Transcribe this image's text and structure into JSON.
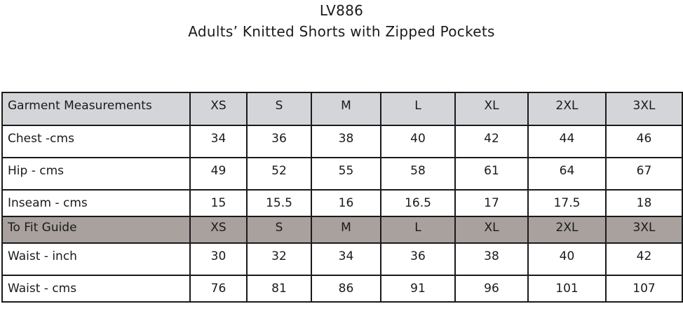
{
  "title": {
    "code": "LV886",
    "name": "Adults’ Knitted Shorts with Zipped Pockets"
  },
  "table": {
    "header": {
      "label": "Garment Measurements",
      "sizes": [
        "XS",
        "S",
        "M",
        "L",
        "XL",
        "2XL",
        "3XL"
      ]
    },
    "garment_rows": [
      {
        "label": "Chest -cms",
        "values": [
          "34",
          "36",
          "38",
          "40",
          "42",
          "44",
          "46"
        ]
      },
      {
        "label": "Hip - cms",
        "values": [
          "49",
          "52",
          "55",
          "58",
          "61",
          "64",
          "67"
        ]
      },
      {
        "label": "Inseam - cms",
        "values": [
          "15",
          "15.5",
          "16",
          "16.5",
          "17",
          "17.5",
          "18"
        ]
      }
    ],
    "fit_header": {
      "label": "To Fit Guide",
      "sizes": [
        "XS",
        "S",
        "M",
        "L",
        "XL",
        "2XL",
        "3XL"
      ]
    },
    "fit_rows": [
      {
        "label": "Waist - inch",
        "values": [
          "30",
          "32",
          "34",
          "36",
          "38",
          "40",
          "42"
        ]
      },
      {
        "label": "Waist - cms",
        "values": [
          "76",
          "81",
          "86",
          "91",
          "96",
          "101",
          "107"
        ]
      }
    ]
  },
  "colors": {
    "header_bg": "#d4d5d8",
    "fit_header_bg": "#a8a19e",
    "border": "#1a1a1a"
  }
}
